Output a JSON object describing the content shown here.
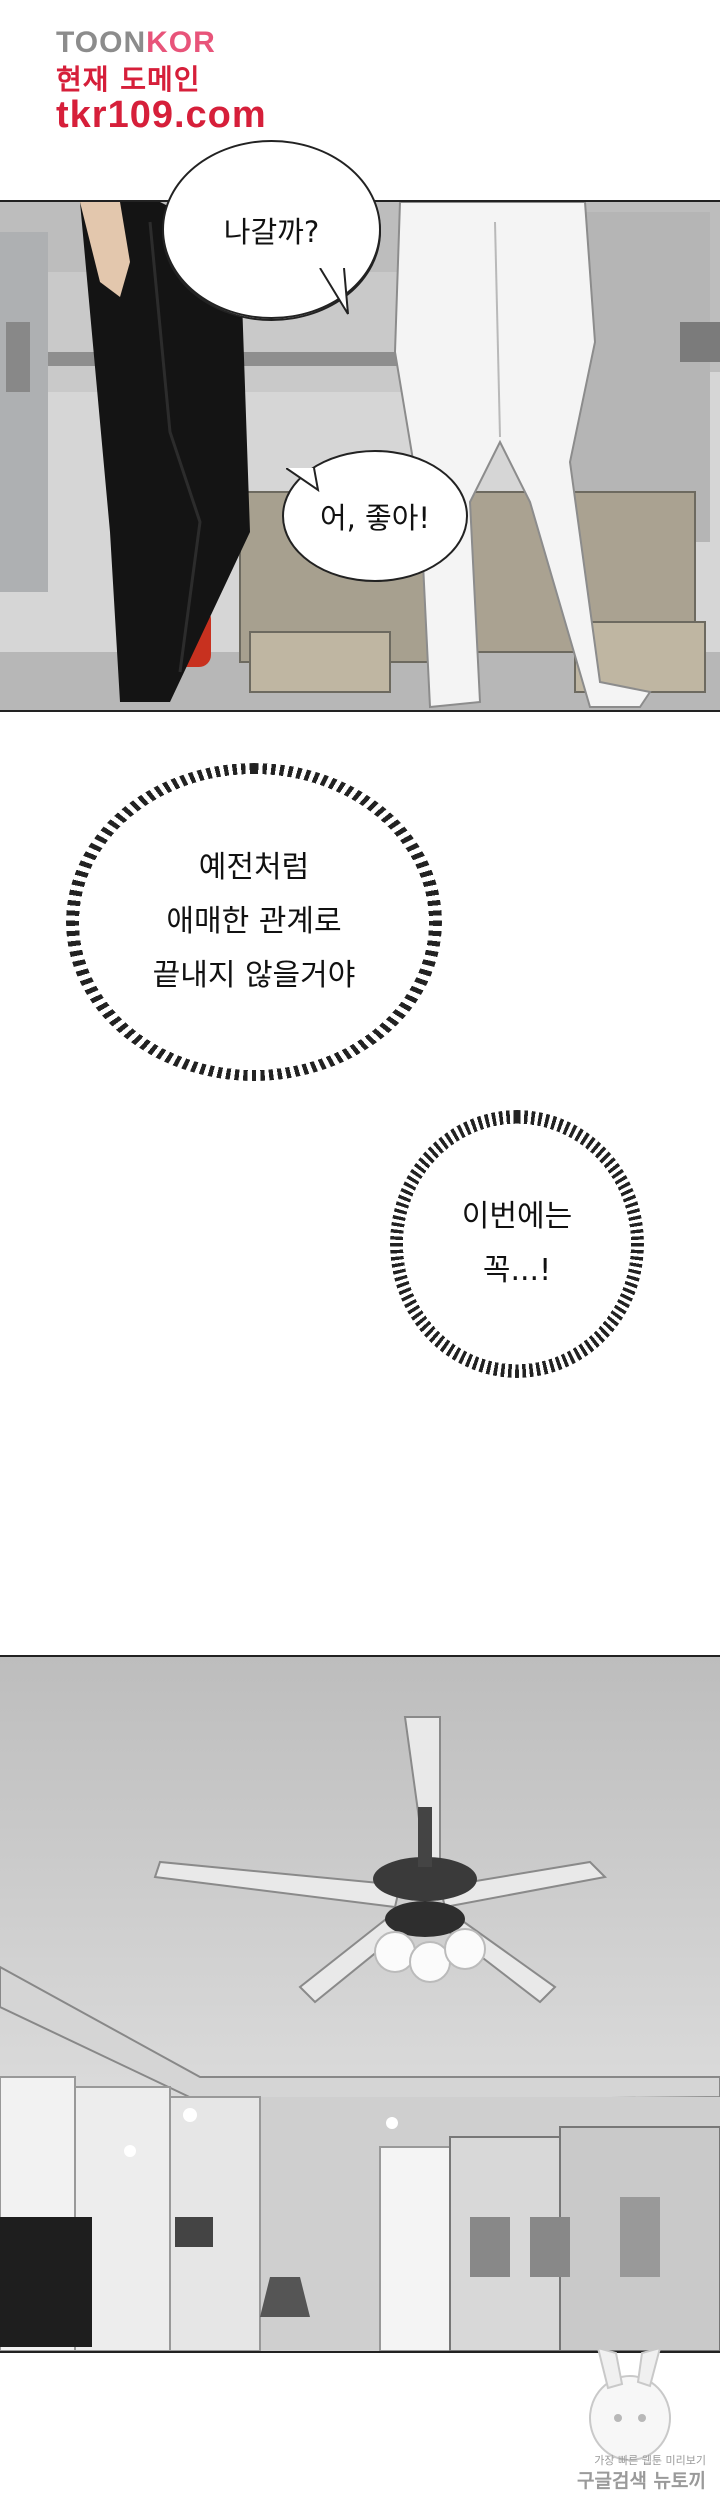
{
  "watermark": {
    "brand_prefix": "TOON",
    "brand_suffix": "KOR",
    "subtitle": "현재 도메인",
    "url": "tkr109.com"
  },
  "panel1": {
    "speech": [
      {
        "text": "나갈까?"
      },
      {
        "text": "어, 좋아!"
      }
    ]
  },
  "thoughts": [
    {
      "text": "예전처럼\n애매한 관계로\n끝내지 않을거야"
    },
    {
      "text": "이번에는\n꼭...!"
    }
  ],
  "corner_logo": {
    "small_text": "가장 빠른 웹툰 미리보기",
    "main_text": "구글검색 뉴토끼"
  },
  "colors": {
    "watermark_red": "#d61f3a",
    "watermark_pink": "#e8547a",
    "border": "#222222"
  }
}
